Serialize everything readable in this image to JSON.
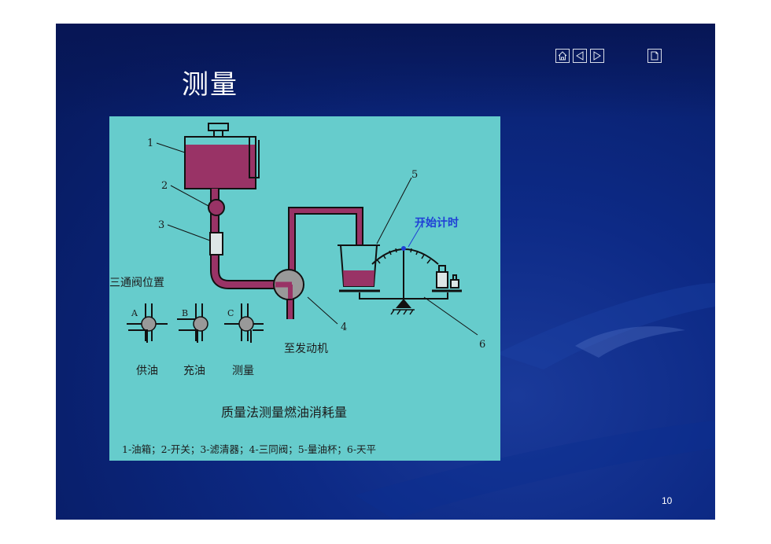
{
  "slide": {
    "title": "测量",
    "page_number": "10",
    "nav_icons": [
      "home-icon",
      "previous-icon",
      "next-icon",
      "document-icon"
    ]
  },
  "diagram": {
    "caption": "质量法测量燃油消耗量",
    "legend": "1-油箱；2-开关；3-滤清器；4-三同阀；5-量油杯；6-天平",
    "start_label": "开始计时",
    "valve_section_title": "三通阀位置",
    "to_engine_label": "至发动机",
    "numbers": [
      "1",
      "2",
      "3",
      "4",
      "5",
      "6"
    ],
    "valve_positions": [
      {
        "letter": "A",
        "label": "供油"
      },
      {
        "letter": "B",
        "label": "充油"
      },
      {
        "letter": "C",
        "label": "测量"
      }
    ],
    "colors": {
      "background": "#66cccc",
      "fuel": "#993366",
      "valve": "#999999",
      "start_label": "#1f3fd6"
    }
  }
}
